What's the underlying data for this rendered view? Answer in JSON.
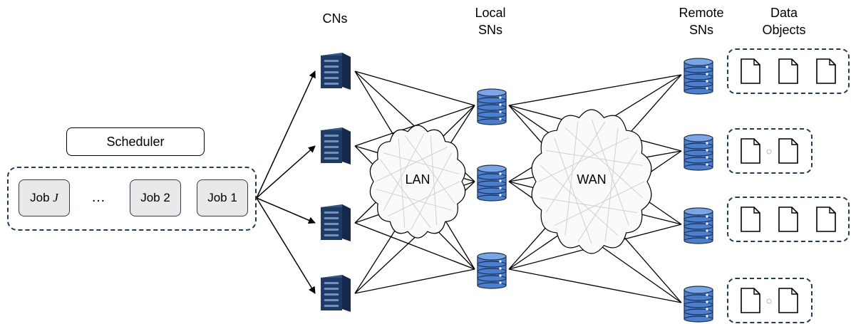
{
  "labels": {
    "cns": "CNs",
    "local_sns": "Local\nSNs",
    "remote_sns": "Remote\nSNs",
    "data_objects": "Data\nObjects",
    "lan": "LAN",
    "wan": "WAN",
    "scheduler": "Scheduler"
  },
  "jobs": [
    {
      "label_prefix": "Job ",
      "label_var": "J"
    },
    {
      "label": "Job 2"
    },
    {
      "label": "Job 1"
    }
  ],
  "ellipsis": "…",
  "cn_count": 4,
  "local_sn_count": 3,
  "remote_sn_count": 4,
  "data_object_groups": [
    {
      "files": 3
    },
    {
      "files": 2,
      "has_ellipsis": true
    },
    {
      "files": 3
    },
    {
      "files": 2,
      "has_ellipsis": true
    }
  ],
  "colors": {
    "server_dark": "#1f3a63",
    "server_mid": "#2f5486",
    "storage_fill": "#4a7fcf",
    "storage_stroke": "#1a2e50",
    "dashed_border": "#203a5a",
    "job_fill": "#e9e9ea",
    "cloud_mesh": "#d0d0d0"
  }
}
